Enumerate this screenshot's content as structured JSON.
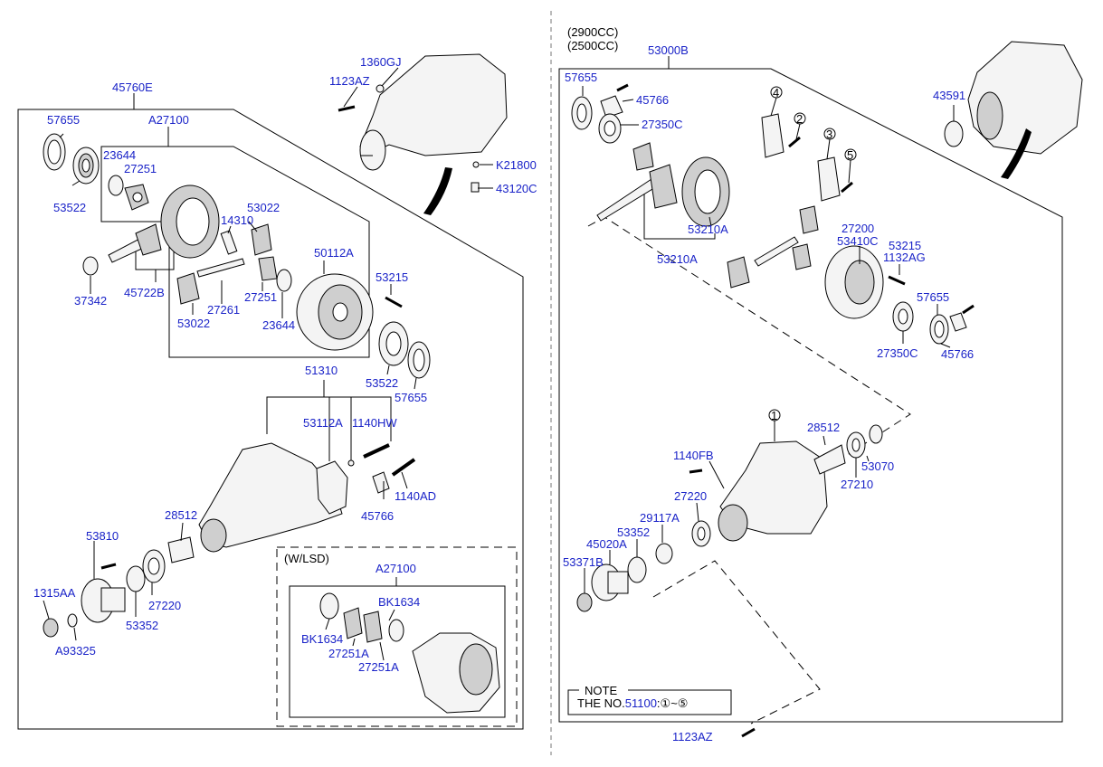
{
  "left": {
    "assembly_label": "45760E",
    "diff_label": "A27100",
    "labels": {
      "l_57655_a": "57655",
      "l_53522_a": "53522",
      "l_23644_a": "23644",
      "l_27251_a": "27251",
      "l_14310": "14310",
      "l_53022_a": "53022",
      "l_37342": "37342",
      "l_45722B": "45722B",
      "l_50112A": "50112A",
      "l_27251_b": "27251",
      "l_27261": "27261",
      "l_53022_b": "53022",
      "l_23644_b": "23644",
      "l_53215": "53215",
      "l_53522_b": "53522",
      "l_57655_b": "57655",
      "l_1360GJ": "1360GJ",
      "l_1123AZ_a": "1123AZ",
      "l_K21800": "K21800",
      "l_43120C": "43120C",
      "l_51310": "51310",
      "l_53112A": "53112A",
      "l_1140HW": "1140HW",
      "l_1140AD": "1140AD",
      "l_45766_a": "45766",
      "l_28512_a": "28512",
      "l_53810": "53810",
      "l_1315AA": "1315AA",
      "l_A93325": "A93325",
      "l_27220_a": "27220",
      "l_53352_a": "53352"
    },
    "lsd": {
      "caption": "(W/LSD)",
      "label": "A27100",
      "l_BK1634_a": "BK1634",
      "l_BK1634_b": "BK1634",
      "l_27251A_a": "27251A",
      "l_27251A_b": "27251A"
    }
  },
  "right": {
    "engine_a": "(2900CC)",
    "engine_b": "(2500CC)",
    "assembly_label": "53000B",
    "labels": {
      "r_57655_a": "57655",
      "r_45766_a": "45766",
      "r_27350C_a": "27350C",
      "r_43591": "43591",
      "r_53210A_a": "53210A",
      "r_53210A_b": "53210A",
      "r_27200": "27200",
      "r_53410C": "53410C",
      "r_53215": "53215",
      "r_1132AG": "1132AG",
      "r_57655_b": "57655",
      "r_27350C_b": "27350C",
      "r_45766_b": "45766",
      "r_28512": "28512",
      "r_53070": "53070",
      "r_27210": "27210",
      "r_1140FB": "1140FB",
      "r_27220": "27220",
      "r_29117A": "29117A",
      "r_53352": "53352",
      "r_45020A": "45020A",
      "r_53371B": "53371B",
      "r_1123AZ": "1123AZ"
    },
    "callouts": {
      "c1": "1",
      "c2": "2",
      "c3": "3",
      "c4": "4",
      "c5": "5"
    },
    "note": {
      "title": "NOTE",
      "prefix": "THE NO.",
      "number": "51100",
      "sep": ":",
      "from": "①",
      "tilde": "~",
      "to": "⑤"
    }
  }
}
